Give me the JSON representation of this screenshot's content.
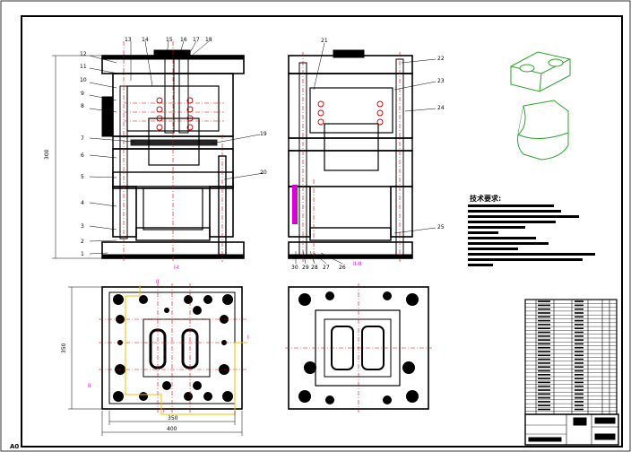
{
  "sheet": {
    "sheet_number": "A0"
  },
  "front_view": {
    "part_numbers_left": [
      "12",
      "11",
      "10",
      "9",
      "8",
      "7",
      "6",
      "5",
      "4",
      "3",
      "2",
      "1"
    ],
    "part_numbers_top": [
      "13",
      "14",
      "15",
      "16",
      "17",
      "18"
    ],
    "part_numbers_right": [
      "19",
      "20"
    ],
    "height_dimension": "300",
    "section_label": "I-I"
  },
  "side_view": {
    "part_numbers_top": [
      "21"
    ],
    "part_numbers_right": [
      "22",
      "23",
      "24",
      "25"
    ],
    "part_numbers_bottom": [
      "30",
      "29",
      "28",
      "27",
      "26"
    ],
    "section_label": "II-II"
  },
  "plan_view": {
    "width_dimension_inner": "350",
    "width_dimension_outer": "400",
    "height_dimension": "350",
    "section_markers": [
      "II",
      "II",
      "I",
      "I"
    ]
  },
  "technical_requirements": {
    "heading": "技术要求:"
  },
  "title_block": {},
  "colors": {
    "outline": "#000000",
    "centerline": "#e00000",
    "section_cut": "#d400d4",
    "part_render": "#2aa52a"
  }
}
